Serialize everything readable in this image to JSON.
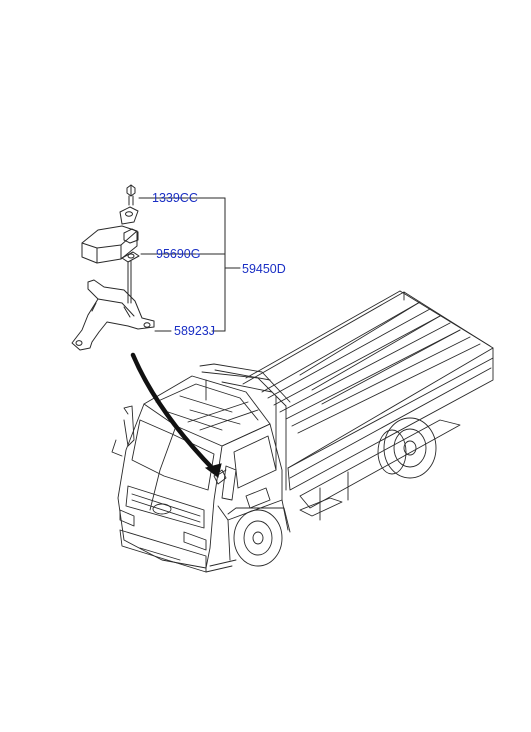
{
  "diagram": {
    "part_labels": {
      "bolt": "1339CC",
      "sensor": "95690G",
      "bracket": "58923J",
      "assembly": "59450D"
    }
  },
  "colors": {
    "label": "#1a2fc4",
    "line": "#2a2a2a",
    "background": "#ffffff"
  }
}
